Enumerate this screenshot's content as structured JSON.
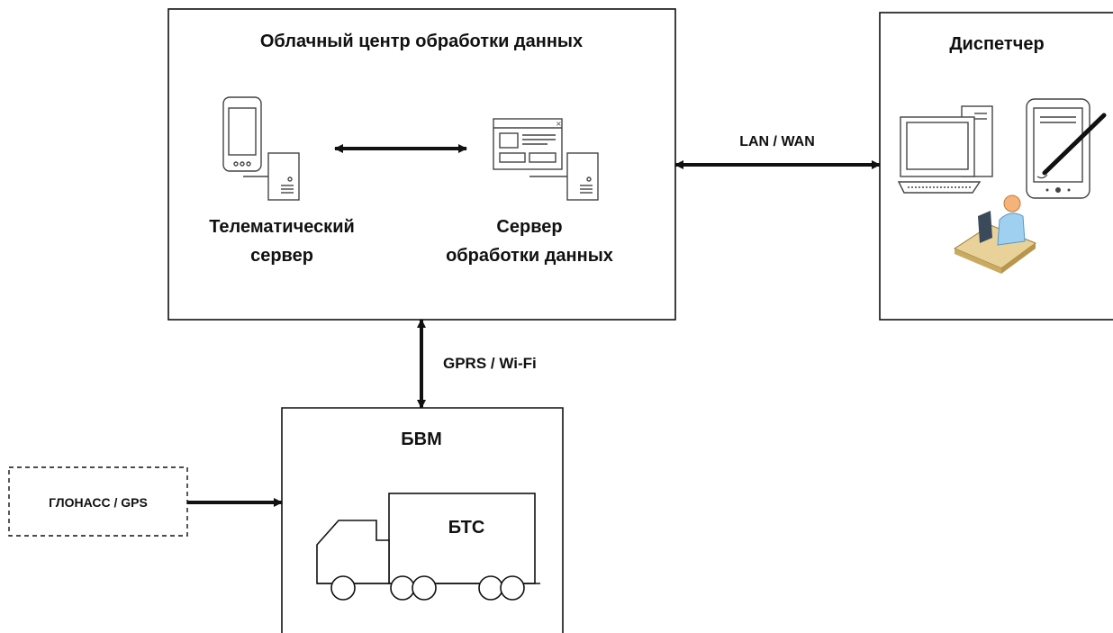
{
  "cloud": {
    "title": "Облачный центр обработки данных",
    "telematic_server": {
      "line1": "Телематический",
      "line2": "сервер"
    },
    "processing_server": {
      "line1": "Сервер",
      "line2": "обработки данных"
    }
  },
  "dispatcher": {
    "title": "Диспетчер"
  },
  "links": {
    "lan_wan": "LAN / WAN",
    "gprs_wifi": "GPRS / Wi-Fi"
  },
  "bvm": {
    "title": "БВМ",
    "vehicle_label": "БТС"
  },
  "gnss": {
    "label": "ГЛОНАСС / GPS"
  },
  "colors": {
    "line": "#111111",
    "icon_stroke": "#444444",
    "person_head": "#f4b37a",
    "person_body": "#9fd0f0",
    "desk": "#e8d29a"
  }
}
